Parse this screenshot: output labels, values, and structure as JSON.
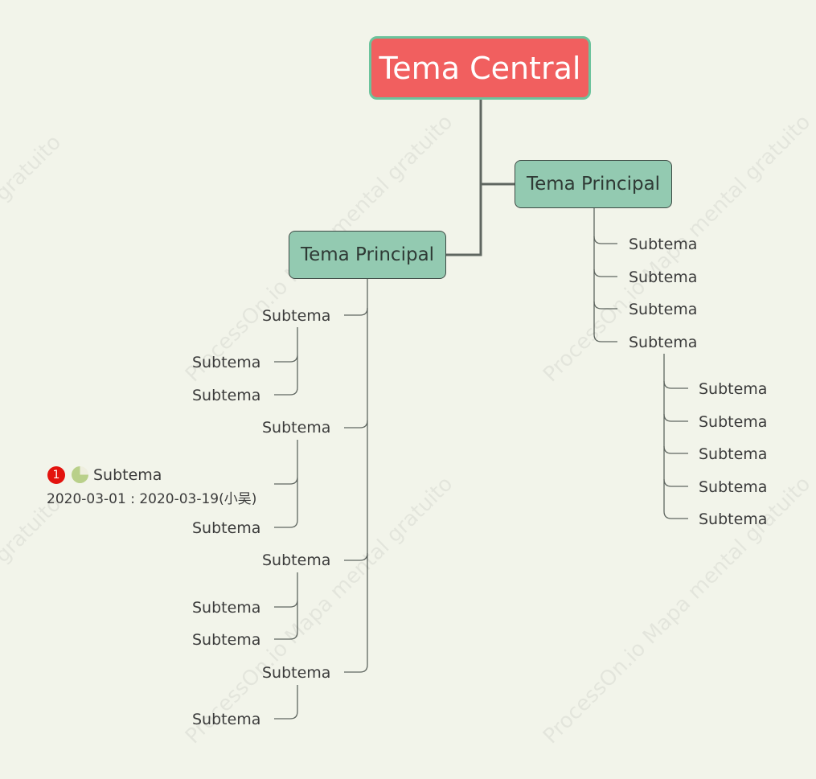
{
  "watermark": "ProcessOn.io Mapa mental gratuito",
  "watermark_fragment": "gratuito",
  "central": "Tema Central",
  "main_left": "Tema Principal",
  "main_right": "Tema Principal",
  "subtopic": "Subtema",
  "task": {
    "priority": "1",
    "progress_fraction": 0.75,
    "dates": "2020-03-01 : 2020-03-19(小吴)",
    "label": "Subtema"
  },
  "colors": {
    "background": "#f2f4ea",
    "central_fill": "#f15f5f",
    "central_border": "#6cc39c",
    "main_fill": "#93cab1",
    "line": "#5f6660"
  }
}
